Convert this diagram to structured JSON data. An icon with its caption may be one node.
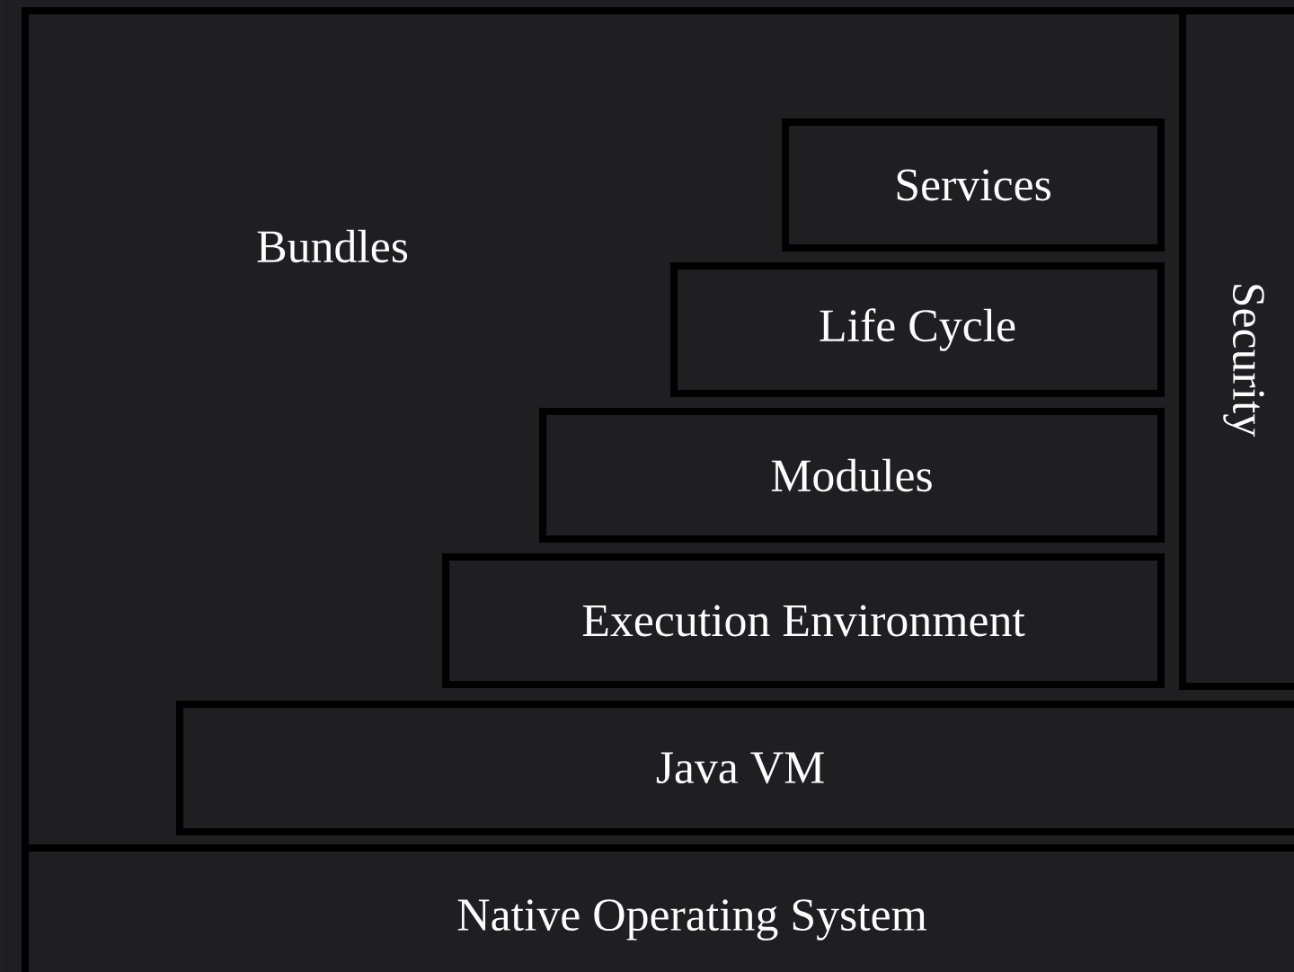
{
  "diagram": {
    "nodes": [
      {
        "text": [
          "Bundles"
        ]
      },
      {
        "text": [
          "Services"
        ],
        "in": 0
      },
      {
        "text": [
          "Life Cycle"
        ],
        "in": 0
      },
      {
        "text": [
          "Modules"
        ],
        "in": 0
      },
      {
        "text": [
          "Execution Environment"
        ],
        "in": 0
      },
      {
        "text": [
          "Security"
        ],
        "in": 0
      },
      {
        "text": [
          "Java VM"
        ],
        "in": 0
      },
      {
        "text": [
          "Native Operating System"
        ]
      }
    ]
  }
}
